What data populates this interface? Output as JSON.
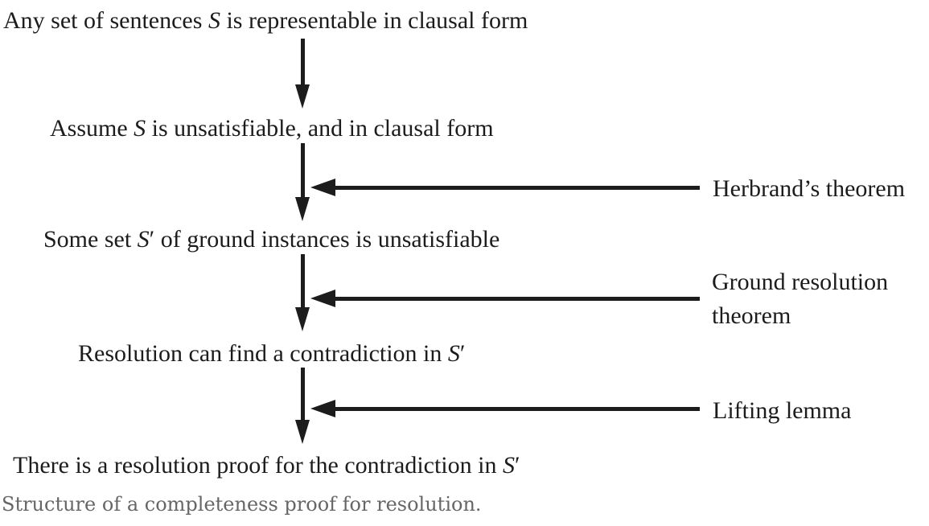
{
  "diagram": {
    "title_semantic": "Structure of a completeness proof for resolution",
    "steps": [
      {
        "name": "any-set-representable",
        "parts": [
          {
            "text": "Any set of sentences ",
            "italic": false
          },
          {
            "text": "S",
            "italic": true
          },
          {
            "text": " is representable in clausal form",
            "italic": false
          }
        ]
      },
      {
        "name": "assume-unsatisfiable",
        "parts": [
          {
            "text": "Assume ",
            "italic": false
          },
          {
            "text": "S",
            "italic": true
          },
          {
            "text": " is unsatisfiable, and in clausal form",
            "italic": false
          }
        ]
      },
      {
        "name": "ground-instances-unsatisfiable",
        "parts": [
          {
            "text": "Some set ",
            "italic": false
          },
          {
            "text": "S",
            "italic": true
          },
          {
            "text": "′ of ground instances is unsatisfiable",
            "italic": false
          }
        ]
      },
      {
        "name": "resolution-finds-contradiction",
        "parts": [
          {
            "text": "Resolution can find a contradiction in ",
            "italic": false
          },
          {
            "text": "S",
            "italic": true
          },
          {
            "text": "′",
            "italic": false
          }
        ]
      },
      {
        "name": "resolution-proof-exists",
        "parts": [
          {
            "text": "There is a resolution proof for the contradiction in ",
            "italic": false
          },
          {
            "text": "S",
            "italic": true
          },
          {
            "text": "′",
            "italic": false
          }
        ]
      }
    ],
    "side_labels": [
      {
        "name": "herbrand",
        "lines": [
          "Herbrand’s theorem"
        ]
      },
      {
        "name": "ground-resolution",
        "lines": [
          "Ground resolution",
          "theorem"
        ]
      },
      {
        "name": "lifting-lemma",
        "lines": [
          "Lifting lemma"
        ]
      }
    ],
    "caption": "Structure of a completeness proof for resolution.",
    "colors": {
      "ink": "#1c1c1c",
      "caption_text": "#666666",
      "background": "#ffffff"
    }
  }
}
